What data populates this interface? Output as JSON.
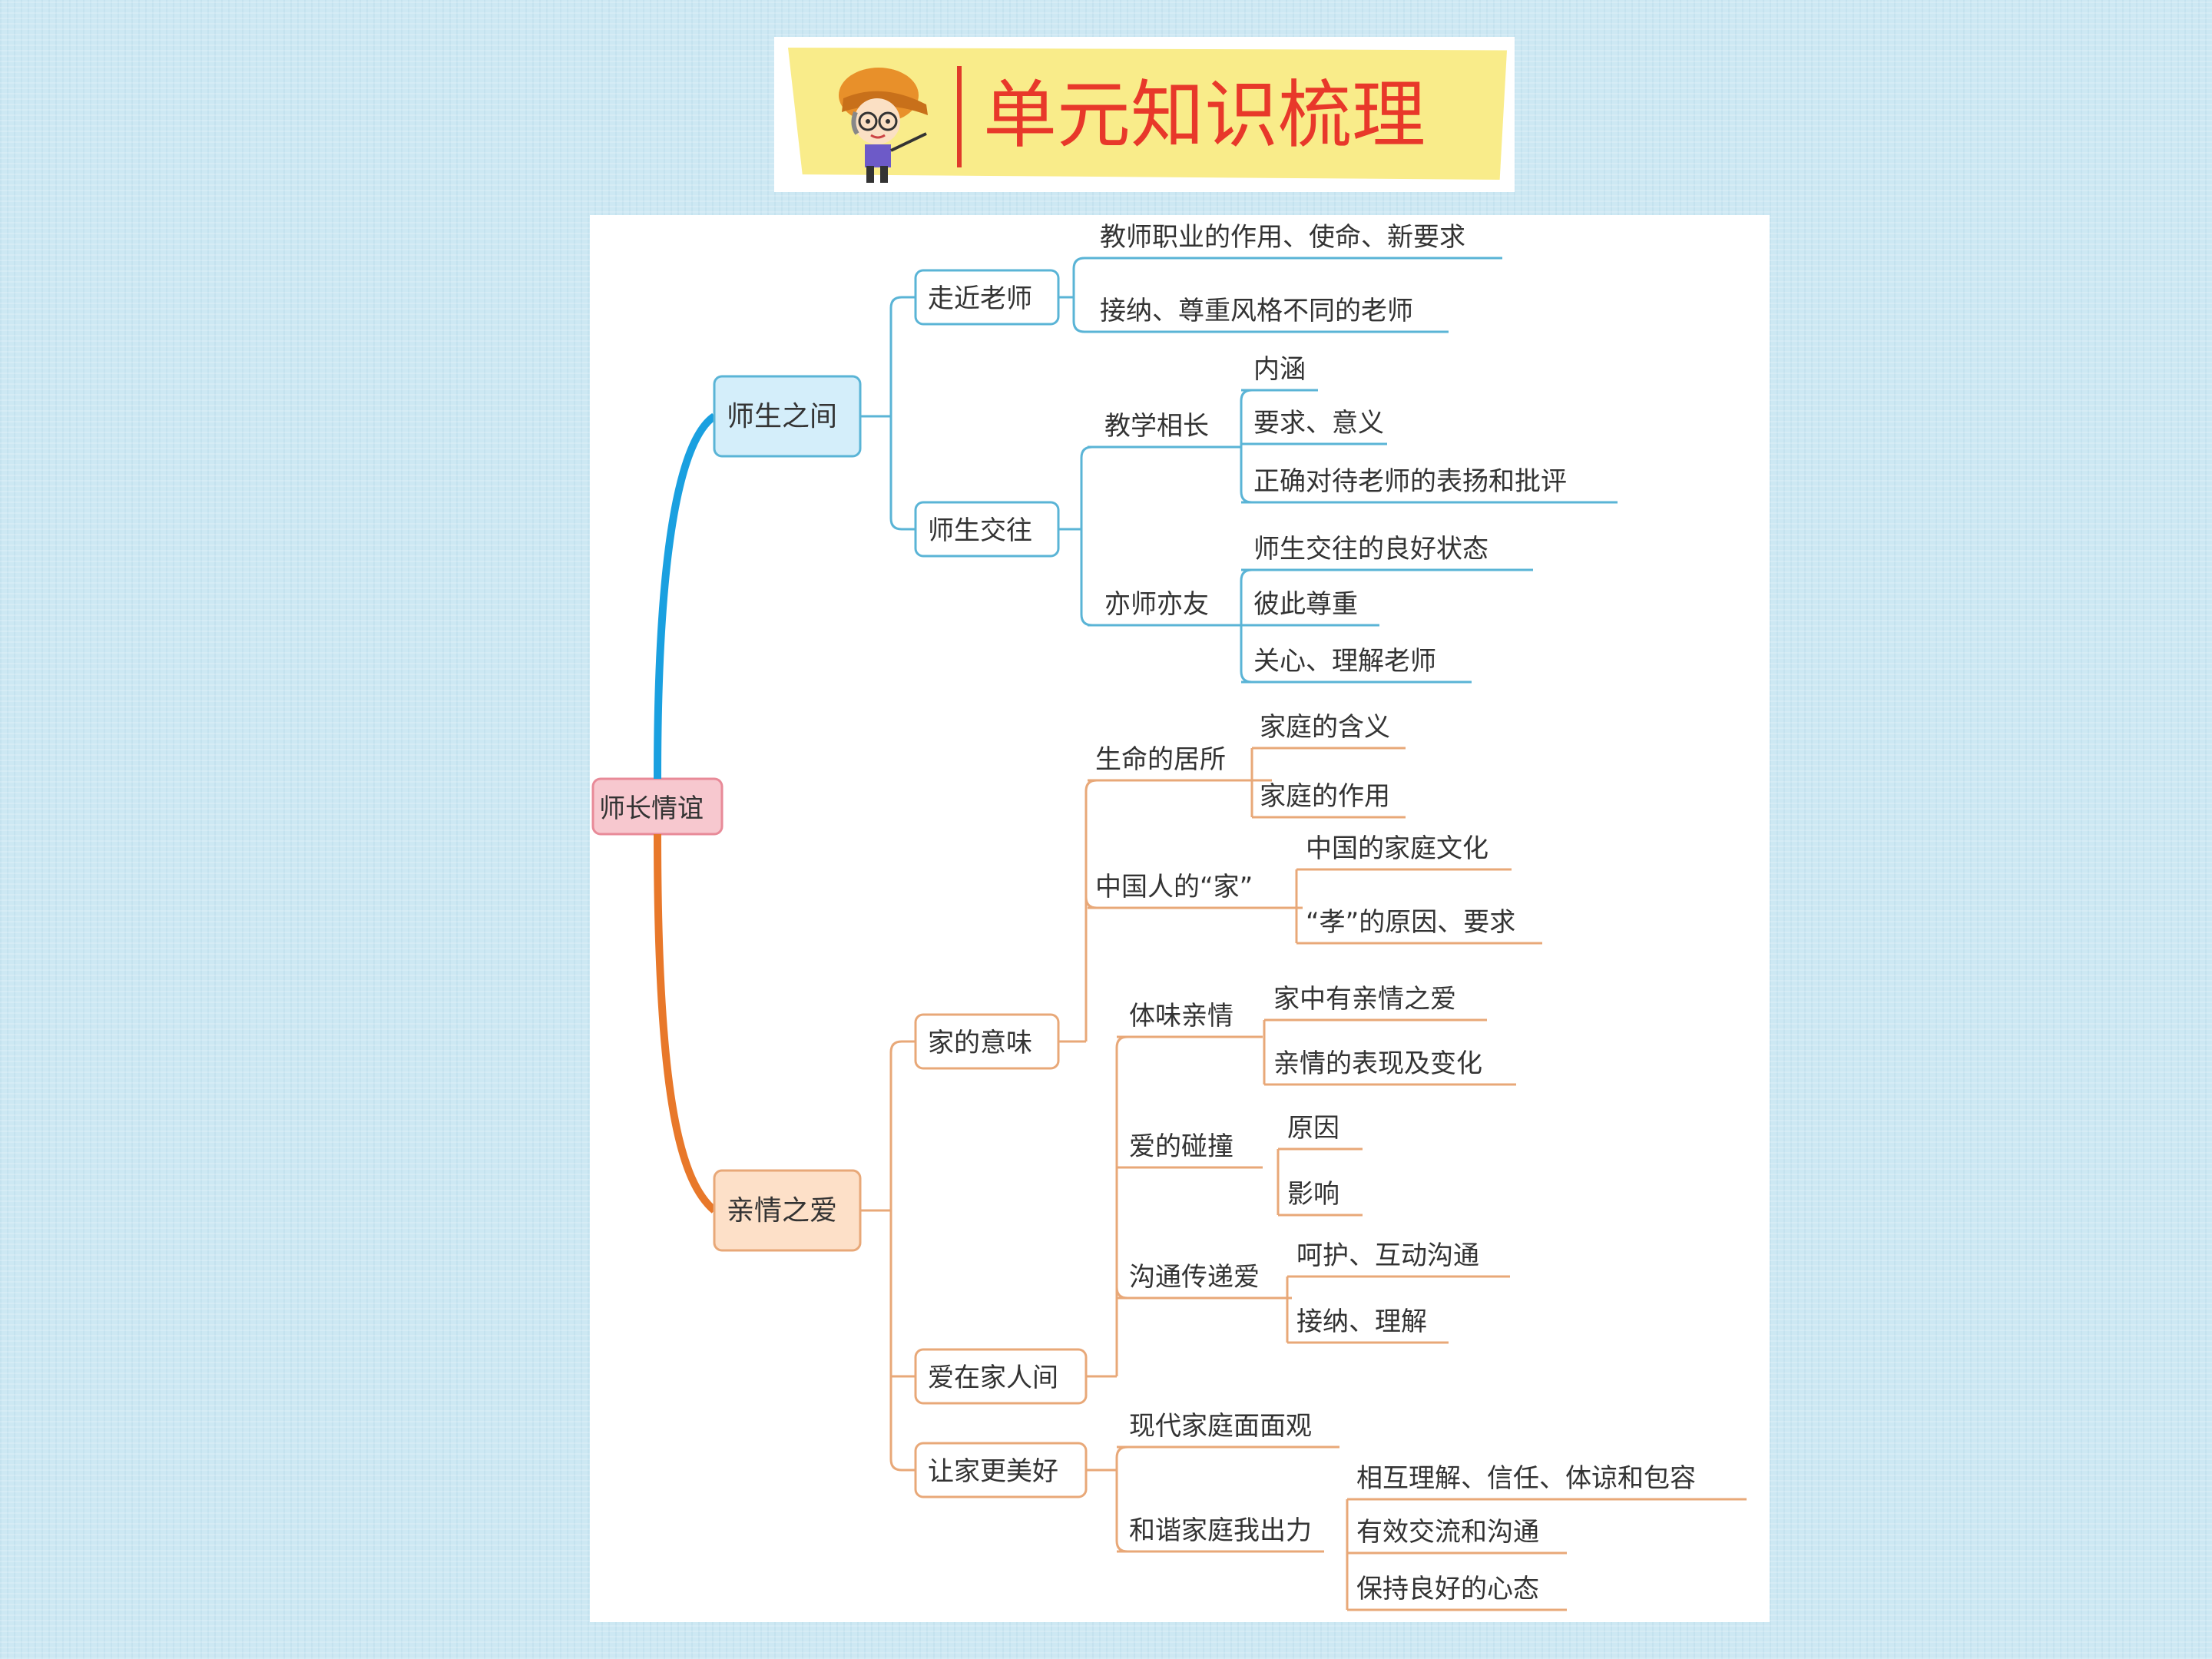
{
  "header": {
    "title": "单元知识梳理",
    "mascot_icon": "teacher-mascot-icon"
  },
  "colors": {
    "blue_branch": "#1aa0e0",
    "orange_branch": "#e8782a",
    "blue_line": "#5ab4d6",
    "orange_line": "#e8a878",
    "root_fill": "#f7c8cf",
    "root_stroke": "#e88a98",
    "blue_fill": "#d4eefa",
    "orange_fill": "#fde0c8"
  },
  "mindmap": {
    "root": "师长情谊",
    "branches": [
      {
        "label": "师生之间",
        "children": [
          {
            "label": "走近老师",
            "children": [
              {
                "label": "教师职业的作用、使命、新要求"
              },
              {
                "label": "接纳、尊重风格不同的老师"
              }
            ]
          },
          {
            "label": "师生交往",
            "children": [
              {
                "label": "教学相长",
                "children": [
                  {
                    "label": "内涵"
                  },
                  {
                    "label": "要求、意义"
                  },
                  {
                    "label": "正确对待老师的表扬和批评"
                  }
                ]
              },
              {
                "label": "亦师亦友",
                "children": [
                  {
                    "label": "师生交往的良好状态"
                  },
                  {
                    "label": "彼此尊重"
                  },
                  {
                    "label": "关心、理解老师"
                  }
                ]
              }
            ]
          }
        ]
      },
      {
        "label": "亲情之爱",
        "children": [
          {
            "label": "家的意味",
            "children": [
              {
                "label": "生命的居所",
                "children": [
                  {
                    "label": "家庭的含义"
                  },
                  {
                    "label": "家庭的作用"
                  }
                ]
              },
              {
                "label": "中国人的“家”",
                "children": [
                  {
                    "label": "中国的家庭文化"
                  },
                  {
                    "label": "“孝”的原因、要求"
                  }
                ]
              }
            ]
          },
          {
            "label": "爱在家人间",
            "children": [
              {
                "label": "体味亲情",
                "children": [
                  {
                    "label": "家中有亲情之爱"
                  },
                  {
                    "label": "亲情的表现及变化"
                  }
                ]
              },
              {
                "label": "爱的碰撞",
                "children": [
                  {
                    "label": "原因"
                  },
                  {
                    "label": "影响"
                  }
                ]
              },
              {
                "label": "沟通传递爱",
                "children": [
                  {
                    "label": "呵护、互动沟通"
                  },
                  {
                    "label": "接纳、理解"
                  }
                ]
              }
            ]
          },
          {
            "label": "让家更美好",
            "children": [
              {
                "label": "现代家庭面面观"
              },
              {
                "label": "和谐家庭我出力",
                "children": [
                  {
                    "label": "相互理解、信任、体谅和包容"
                  },
                  {
                    "label": "有效交流和沟通"
                  },
                  {
                    "label": "保持良好的心态"
                  }
                ]
              }
            ]
          }
        ]
      }
    ]
  }
}
